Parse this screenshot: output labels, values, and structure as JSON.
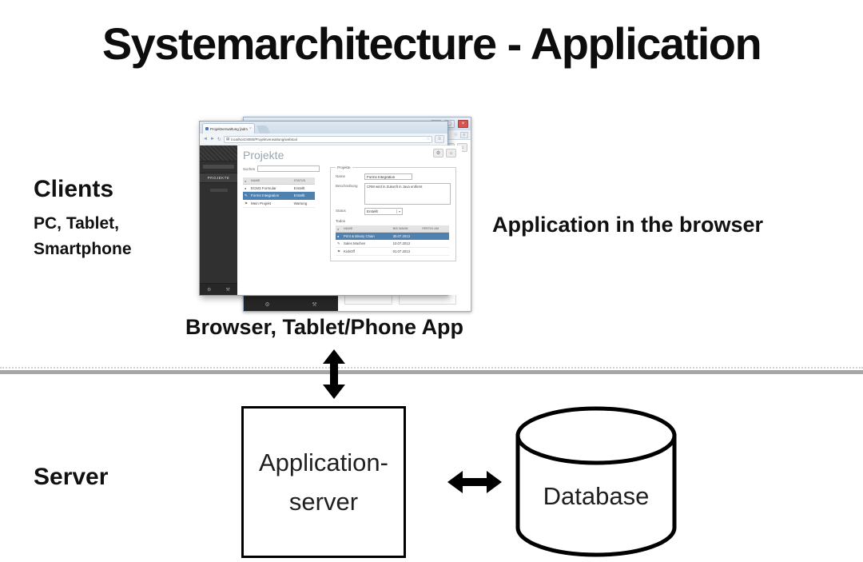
{
  "page": {
    "title": "Systemarchitecture - Application"
  },
  "labels": {
    "clients_heading": "Clients",
    "clients_line1": "PC, Tablet,",
    "clients_line2": "Smartphone",
    "app_in_browser": "Application in the browser",
    "browser_tablet_phone": "Browser, Tablet/Phone App",
    "server_heading": "Server"
  },
  "diagram": {
    "app_server_line1": "Application-",
    "app_server_line2": "server",
    "database_label": "Database",
    "divider_color": "#a6a6a6",
    "node_border_color": "#000000"
  },
  "icons": {
    "gear": "⚙",
    "home": "⌂",
    "wrench": "⚒",
    "star": "☆",
    "menu": "≡",
    "back": "◄",
    "forward": "►",
    "reload": "↻",
    "page": "▤",
    "win_min": "–",
    "win_max": "▢",
    "win_close": "×",
    "tab_close": "×",
    "dropdown": "▾",
    "bullet": "●",
    "pencil": "✎",
    "tag": "⚑"
  },
  "browser": {
    "tab_title": "Projektverwaltung [admi…",
    "url": "localhost:8080/Projektverwaltung/webtool",
    "selected_row_color": "#4f81b0",
    "app": {
      "heading": "Projekte",
      "sidebar_item": "PROJEKTE",
      "search_label": "Suchen",
      "list": {
        "col_name": "NAME",
        "col_status": "STATUS",
        "rows": [
          {
            "icon": "●",
            "name": "ECM3 Formular",
            "status": "Erstellt"
          },
          {
            "icon": "✎",
            "name": "Forms Integration",
            "status": "Erstellt"
          },
          {
            "icon": "⚑",
            "name": "Mein Projekt",
            "status": "Wartung"
          }
        ]
      },
      "detail": {
        "legend": "Projekte",
        "name_label": "Name",
        "name_value": "Forms Integration",
        "desc_label": "Beschreibung",
        "desc_value": "CRM wird in Zukunft in Java entfernt",
        "status_label": "Status",
        "status_value": "Erstellt",
        "todos_label": "Todos",
        "todo_col_name": "NAME",
        "todo_col_due": "BIS WANN",
        "todo_col_done": "FERTIG AM",
        "todo_rows": [
          {
            "icon": "●",
            "name": "Print & Binary Chain",
            "due": "30.07.2013",
            "done": ""
          },
          {
            "icon": "✎",
            "name": "Sales Machen",
            "due": "10.07.2013",
            "done": ""
          },
          {
            "icon": "⚑",
            "name": "KickOff",
            "due": "01.07.2013",
            "done": ""
          }
        ]
      }
    }
  }
}
